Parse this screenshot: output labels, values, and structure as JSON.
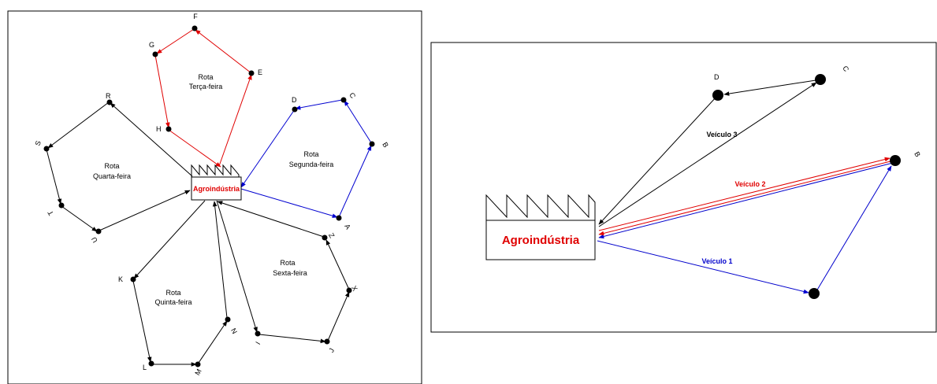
{
  "left_diagram": {
    "depot_label": "Agroindústria",
    "routes": {
      "tuesday": [
        "Rota",
        "Terça-feira"
      ],
      "monday": [
        "Rota",
        "Segunda-feira"
      ],
      "wednesday": [
        "Rota",
        "Quarta-feira"
      ],
      "thursday": [
        "Rota",
        "Quinta-feira"
      ],
      "friday": [
        "Rota",
        "Sexta-feira"
      ]
    },
    "nodes": {
      "A": "A",
      "B": "B",
      "C": "C",
      "D": "D",
      "E": "E",
      "F": "F",
      "G": "G",
      "H": "H",
      "I": "I",
      "J": "J",
      "K": "K",
      "L": "L",
      "M": "M",
      "N": "N",
      "R": "R",
      "S": "S",
      "T": "T",
      "U": "U",
      "X": "X",
      "Z": "Z"
    },
    "colors": {
      "tuesday": "#e00000",
      "monday": "#0000d0",
      "other": "#000000"
    }
  },
  "right_diagram": {
    "depot_label": "Agroindústria",
    "nodes": {
      "B": "B",
      "C": "C",
      "D": "D"
    },
    "vehicles": [
      {
        "label": "Veículo 1",
        "color": "#0000cc"
      },
      {
        "label": "Veículo 2",
        "color": "#e00000"
      },
      {
        "label": "Veículo 3",
        "color": "#000000"
      }
    ]
  }
}
